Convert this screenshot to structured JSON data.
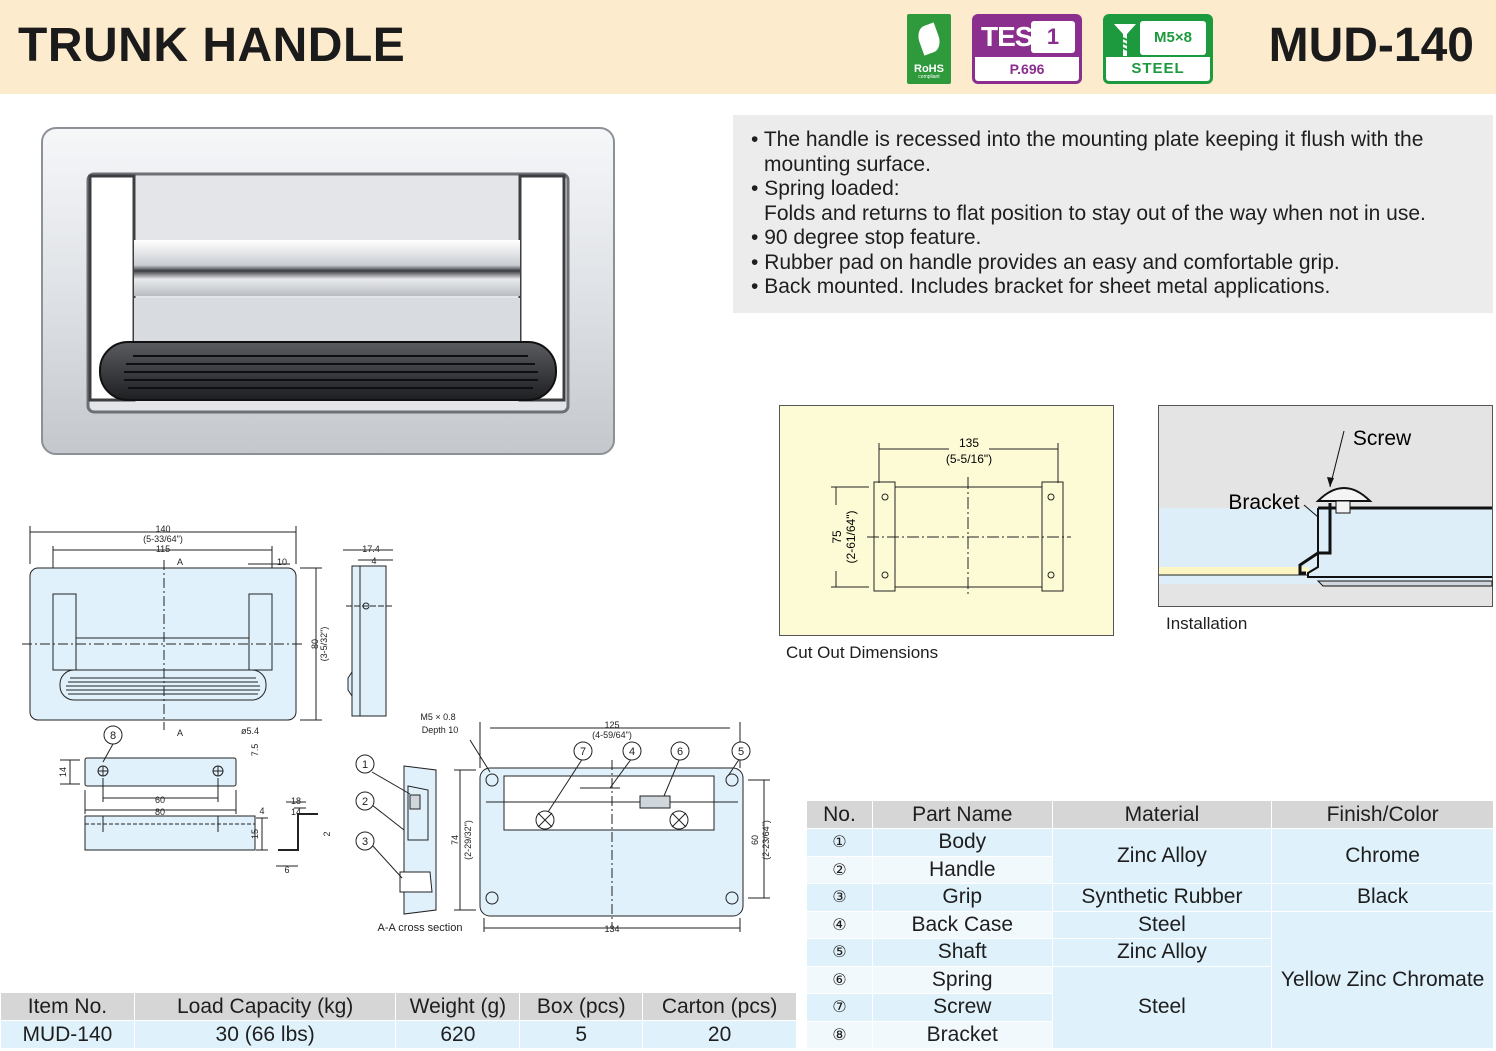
{
  "header": {
    "title": "TRUNK HANDLE",
    "model": "MUD-140",
    "badges": {
      "rohs": {
        "label": "RoHS",
        "sub": "compliant",
        "color": "#2e9a3c"
      },
      "test": {
        "label": "TEST",
        "level": "1",
        "page": "P.696",
        "color": "#8b2f8f"
      },
      "material": {
        "size": "M5×8",
        "label": "STEEL",
        "color": "#1e9a3e"
      }
    }
  },
  "features": [
    {
      "text": "The handle is recessed into the mounting plate keeping it flush with the",
      "cont": "mounting surface."
    },
    {
      "text": "Spring loaded:",
      "cont": "Folds and returns to flat position to stay out of the way when not in use."
    },
    {
      "text": "90 degree stop feature."
    },
    {
      "text": "Rubber pad on handle provides an easy and comfortable grip."
    },
    {
      "text": "Back mounted. Includes bracket for sheet metal applications."
    }
  ],
  "cutout": {
    "caption": "Cut Out Dimensions",
    "width_mm": "135",
    "width_in": "(5-5/16\")",
    "height_mm": "75",
    "height_in": "(2-61/64\")"
  },
  "installation": {
    "caption": "Installation",
    "screw_label": "Screw",
    "bracket_label": "Bracket"
  },
  "drawing": {
    "overall_w": "140",
    "overall_w_in": "(5-33/64\")",
    "inner_w": "115",
    "side_offset": "10",
    "section_mark": "A",
    "overall_h": "80",
    "overall_h_in": "(3-5/32\")",
    "depth": "17.4",
    "depth2": "4",
    "bracket_dia": "ø5.4",
    "bracket_h": "14",
    "bracket_off": "7.5",
    "bracket_holes": "60",
    "bracket_len": "80",
    "bracket_side_w": "18",
    "bracket_side_w2": "14",
    "bracket_thk": "4",
    "bracket_side_h": "15",
    "bracket_lip": "2",
    "bracket_base": "6",
    "back_thread": "M5 × 0.8",
    "back_depth": "Depth 10",
    "back_w": "125",
    "back_w_in": "(4-59/64\")",
    "back_h": "74",
    "back_h_in": "(2-29/32\")",
    "back_h2": "60",
    "back_h2_in": "(2-23/64\")",
    "back_base": "134",
    "section_caption": "A-A cross section",
    "markers": [
      "1",
      "2",
      "3",
      "4",
      "5",
      "6",
      "7",
      "8"
    ]
  },
  "spec_table": {
    "headers": [
      "Item No.",
      "Load Capacity (kg)",
      "Weight (g)",
      "Box (pcs)",
      "Carton (pcs)"
    ],
    "row": [
      "MUD-140",
      "30 (66 lbs)",
      "620",
      "5",
      "20"
    ]
  },
  "parts_table": {
    "headers": [
      "No.",
      "Part Name",
      "Material",
      "Finish/Color"
    ],
    "rows": [
      {
        "no": "①",
        "name": "Body"
      },
      {
        "no": "②",
        "name": "Handle"
      },
      {
        "no": "③",
        "name": "Grip"
      },
      {
        "no": "④",
        "name": "Back Case"
      },
      {
        "no": "⑤",
        "name": "Shaft"
      },
      {
        "no": "⑥",
        "name": "Spring"
      },
      {
        "no": "⑦",
        "name": "Screw"
      },
      {
        "no": "⑧",
        "name": "Bracket"
      }
    ],
    "materials": {
      "zinc1": "Zinc Alloy",
      "rubber": "Synthetic Rubber",
      "steel1": "Steel",
      "zinc2": "Zinc Alloy",
      "steel2": "Steel"
    },
    "finishes": {
      "chrome": "Chrome",
      "black": "Black",
      "yellow": "Yellow Zinc Chromate"
    }
  }
}
